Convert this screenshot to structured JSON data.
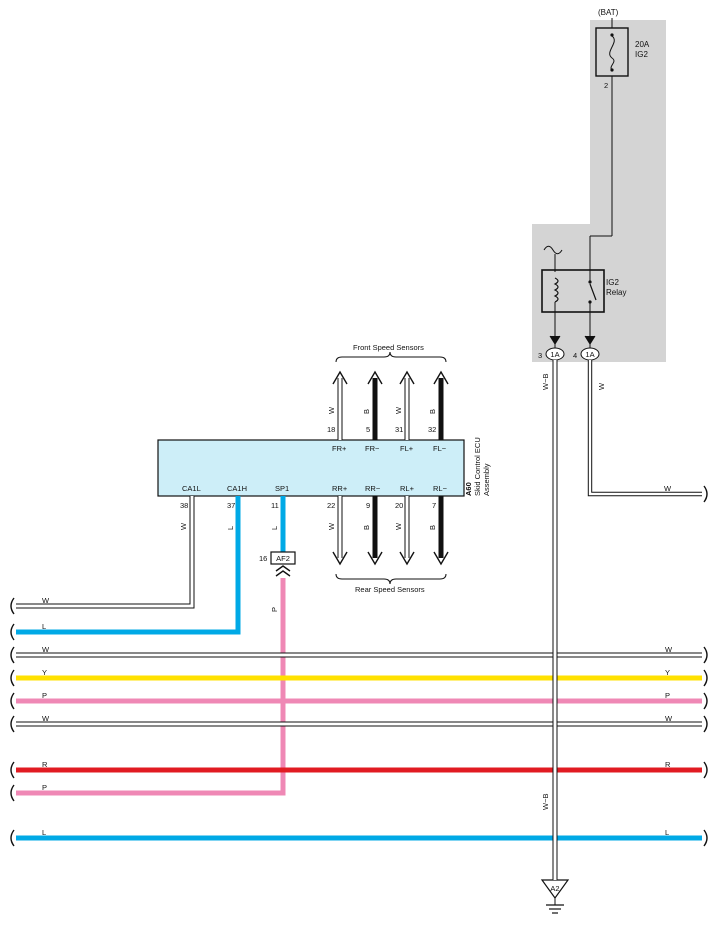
{
  "power": {
    "bat_label": "(BAT)",
    "fuse_amp": "20A",
    "fuse_name": "IG2",
    "fuse_pin": "2"
  },
  "relay": {
    "name": "IG2",
    "sub": "Relay",
    "pin3": "3",
    "pin4": "4",
    "conn_a": "1A",
    "conn_b": "1A"
  },
  "ecu": {
    "code": "A60",
    "name": "Skid Control ECU",
    "sub": "Assembly",
    "top_pins": [
      {
        "num": "18",
        "term": "FR+",
        "wire": "W"
      },
      {
        "num": "5",
        "term": "FR−",
        "wire": "B"
      },
      {
        "num": "31",
        "term": "FL+",
        "wire": "W"
      },
      {
        "num": "32",
        "term": "FL−",
        "wire": "B"
      }
    ],
    "bottom_pins": [
      {
        "num": "38",
        "term": "CA1L",
        "wire": "W"
      },
      {
        "num": "37",
        "term": "CA1H",
        "wire": "L"
      },
      {
        "num": "11",
        "term": "SP1",
        "wire": "L"
      },
      {
        "num": "22",
        "term": "RR+",
        "wire": "W"
      },
      {
        "num": "9",
        "term": "RR−",
        "wire": "B"
      },
      {
        "num": "20",
        "term": "RL+",
        "wire": "W"
      },
      {
        "num": "7",
        "term": "RL−",
        "wire": "B"
      }
    ]
  },
  "sensors": {
    "front": "Front Speed Sensors",
    "rear": "Rear Speed Sensors"
  },
  "connector_af2": {
    "pin": "16",
    "code": "AF2",
    "wire": "P"
  },
  "ground": {
    "code": "A2",
    "wire_top": "W−B",
    "wire_bottom": "W−B"
  },
  "relay_out_wire": "W",
  "buses": [
    {
      "left": "W",
      "right": ""
    },
    {
      "left": "L",
      "right": ""
    },
    {
      "left": "W",
      "right": "W"
    },
    {
      "left": "Y",
      "right": "Y"
    },
    {
      "left": "P",
      "right": "P"
    },
    {
      "left": "W",
      "right": "W"
    },
    {
      "left": "R",
      "right": "R"
    },
    {
      "left": "P",
      "right": ""
    },
    {
      "left": "L",
      "right": "L"
    }
  ],
  "colors": {
    "white_wire": "#ffffff",
    "blue_wire": "#00a9e6",
    "yellow_wire": "#ffe100",
    "pink_wire": "#ef88b5",
    "red_wire": "#e11b22",
    "black_wire": "#111111",
    "ecu_fill": "#cdeef8",
    "shade": "#d4d4d4"
  }
}
